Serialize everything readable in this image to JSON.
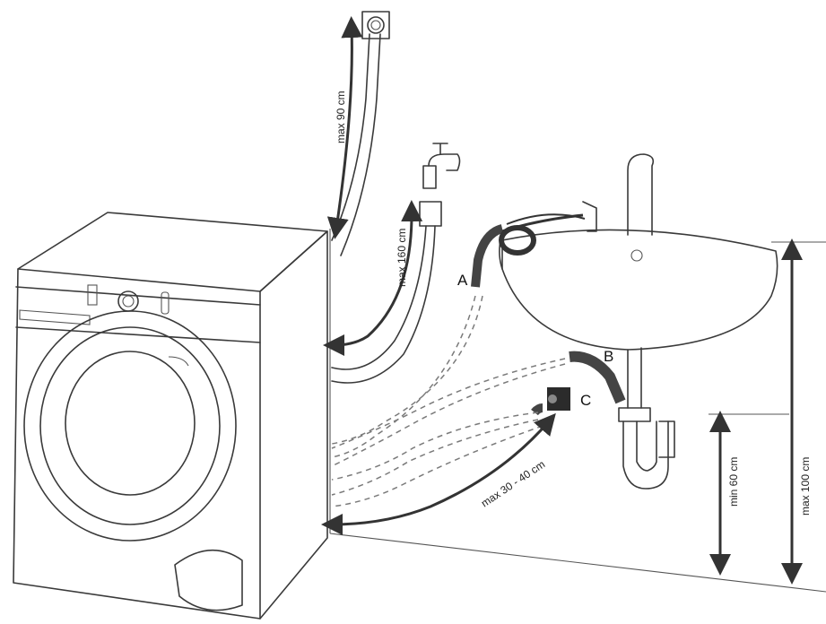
{
  "labels": {
    "max_90": "max 90 cm",
    "max_160": "max 160 cm",
    "max_30_40": "max 30 - 40 cm",
    "min_60": "min 60 cm",
    "max_100": "max 100 cm",
    "point_a": "A",
    "point_b": "B",
    "point_c": "C"
  },
  "icons": [
    "washing-machine-icon",
    "sink-icon",
    "faucet-icon",
    "wall-tap-icon",
    "wall-socket-icon",
    "drain-pipe-icon"
  ]
}
